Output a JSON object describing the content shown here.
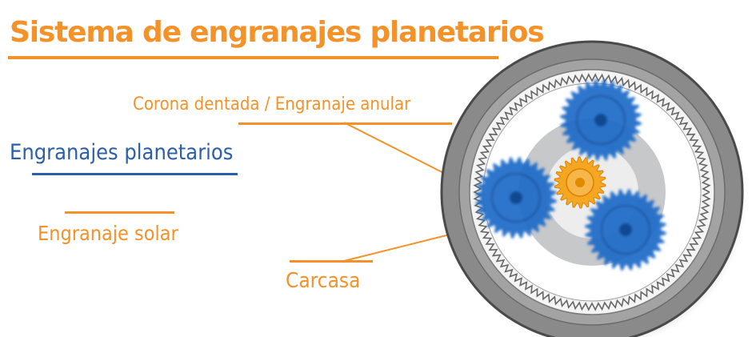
{
  "title": "Sistema de engranajes planetarios",
  "labels": {
    "ring_gear": "Corona dentada / Engranaje anular",
    "planet_gears": "Engranajes planetarios",
    "sun_gear": "Engranaje solar",
    "housing": "Carcasa"
  },
  "colors": {
    "orange": "#F4922A",
    "blue": "#2B5FA8",
    "planet_blue": "#1E6AC8",
    "sun_gold": "#F5A623",
    "housing_gray": "#8A8A8A",
    "carrier_gray": "#C7C8CA"
  }
}
